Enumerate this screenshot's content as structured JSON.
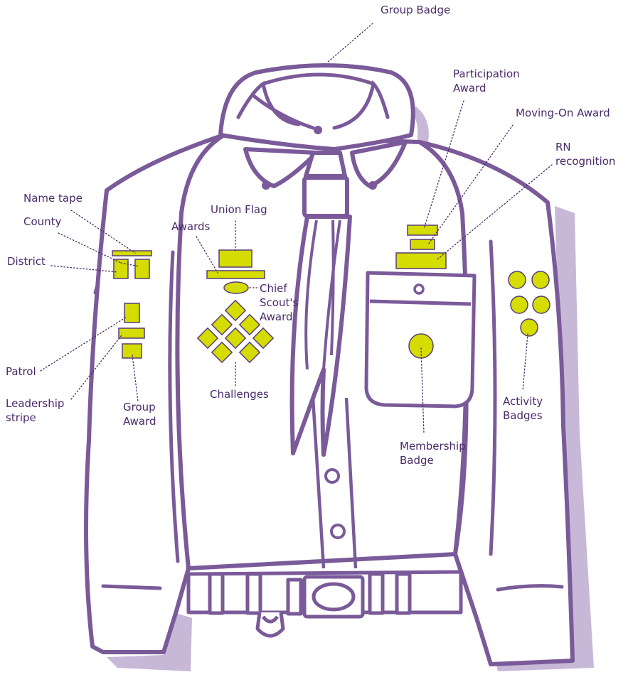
{
  "colors": {
    "outline": "#7a5a99",
    "shadow": "#c8b8d8",
    "badge_fill": "#d4dc00",
    "badge_stroke": "#5a3d78",
    "label_text": "#4a2a6a",
    "background": "#ffffff"
  },
  "labels": {
    "group_badge": "Group Badge",
    "participation_award": "Participation\nAward",
    "moving_on_award": "Moving-On Award",
    "rn_recognition": "RN\nrecognition",
    "name_tape": "Name tape",
    "county": "County",
    "district": "District",
    "union_flag": "Union Flag",
    "awards": "Awards",
    "chief_scouts_award": "Chief\nScout's\nAward",
    "patrol": "Patrol",
    "leadership_stripe": "Leadership\nstripe",
    "group_award": "Group\nAward",
    "challenges": "Challenges",
    "membership_badge": "Membership\nBadge",
    "activity_badges": "Activity\nBadges"
  }
}
